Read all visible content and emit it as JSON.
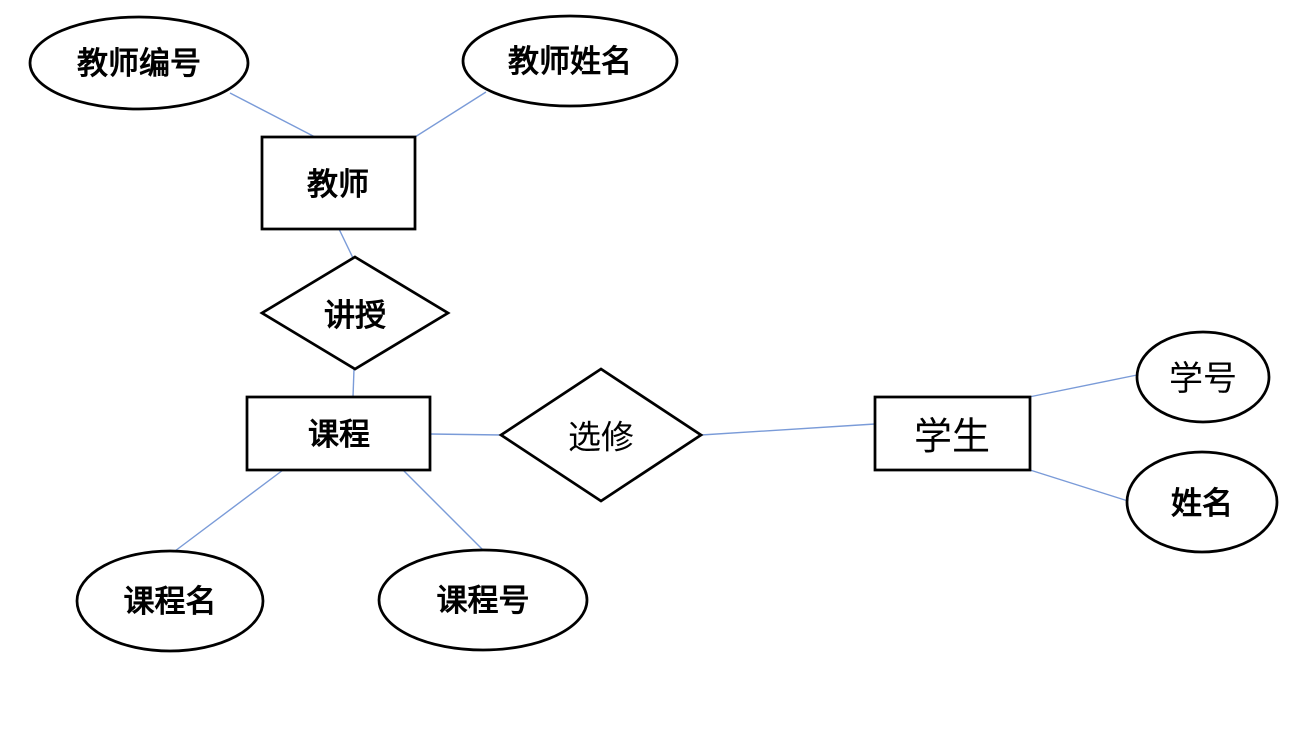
{
  "diagram": {
    "kind": "er-diagram",
    "colors": {
      "background": "#ffffff",
      "shape_stroke": "#000000",
      "connector": "#7a9bd8",
      "text": "#000000"
    },
    "entities": {
      "teacher": {
        "label": "教师"
      },
      "course": {
        "label": "课程"
      },
      "student": {
        "label": "学生"
      }
    },
    "relationships": {
      "teaches": {
        "label": "讲授",
        "connects": [
          "教师",
          "课程"
        ]
      },
      "takes": {
        "label": "选修",
        "connects": [
          "课程",
          "学生"
        ]
      }
    },
    "attributes": {
      "teacher_id": {
        "label": "教师编号",
        "entity": "教师"
      },
      "teacher_name": {
        "label": "教师姓名",
        "entity": "教师"
      },
      "course_name": {
        "label": "课程名",
        "entity": "课程"
      },
      "course_id": {
        "label": "课程号",
        "entity": "课程"
      },
      "student_id": {
        "label": "学号",
        "entity": "学生"
      },
      "student_name": {
        "label": "姓名",
        "entity": "学生"
      }
    }
  }
}
